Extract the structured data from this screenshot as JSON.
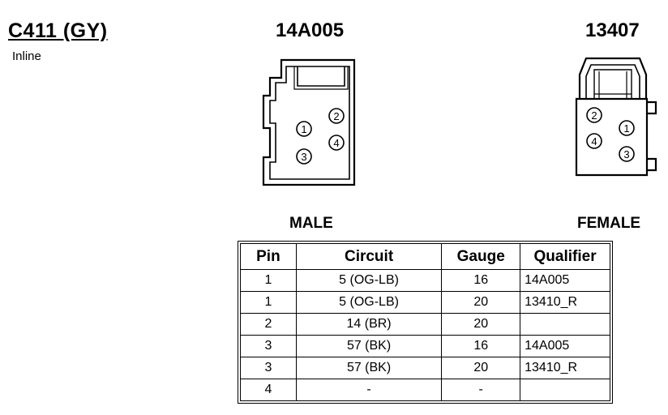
{
  "connector": {
    "id": "C411 (GY)",
    "type": "Inline"
  },
  "male": {
    "part_number": "14A005",
    "label": "MALE",
    "pins": [
      "1",
      "2",
      "3",
      "4"
    ]
  },
  "female": {
    "part_number": "13407",
    "label": "FEMALE",
    "pins": [
      "1",
      "2",
      "3",
      "4"
    ]
  },
  "table": {
    "headers": [
      "Pin",
      "Circuit",
      "Gauge",
      "Qualifier"
    ],
    "rows": [
      [
        "1",
        "5 (OG-LB)",
        "16",
        "14A005"
      ],
      [
        "1",
        "5 (OG-LB)",
        "20",
        "13410_R"
      ],
      [
        "2",
        "14 (BR)",
        "20",
        ""
      ],
      [
        "3",
        "57 (BK)",
        "16",
        "14A005"
      ],
      [
        "3",
        "57 (BK)",
        "20",
        "13410_R"
      ],
      [
        "4",
        "-",
        "-",
        ""
      ]
    ]
  }
}
